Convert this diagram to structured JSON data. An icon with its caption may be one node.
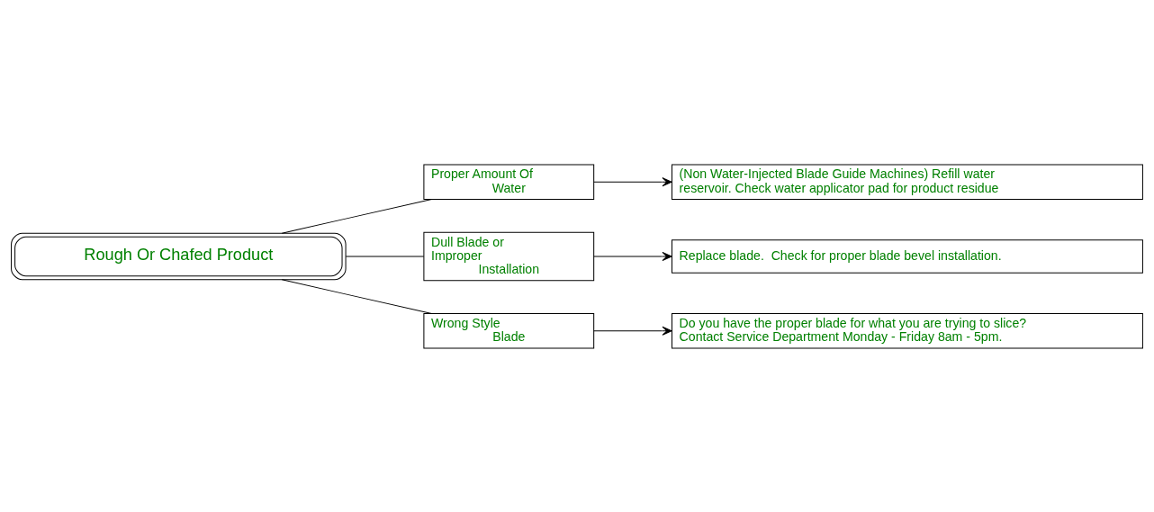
{
  "diagram": {
    "nodes": [
      {
        "text": [
          "Rough Or Chafed Product"
        ]
      },
      {
        "text": [
          "Proper Amount Of Water"
        ]
      },
      {
        "text": [
          "Dull Blade or Improper Installation"
        ]
      },
      {
        "text": [
          "Wrong Style Blade"
        ]
      },
      {
        "text": [
          "(Non Water-Injected Blade Guide Machines) Refill water reservoir. Check water applicator pad for product residue"
        ]
      },
      {
        "text": [
          "Replace blade.  Check for proper blade bevel installation."
        ]
      },
      {
        "text": [
          "Do you have the proper blade for what you are trying to slice? Contact Service Department Monday - Friday 8am - 5pm."
        ]
      }
    ],
    "edges": [
      {
        "from": 0,
        "to": 1,
        "arrow": "none"
      },
      {
        "from": 0,
        "to": 2,
        "arrow": "none"
      },
      {
        "from": 0,
        "to": 3,
        "arrow": "none"
      },
      {
        "from": 1,
        "to": 4,
        "arrow": "to"
      },
      {
        "from": 2,
        "to": 5,
        "arrow": "to"
      },
      {
        "from": 3,
        "to": 6,
        "arrow": "to"
      }
    ]
  }
}
